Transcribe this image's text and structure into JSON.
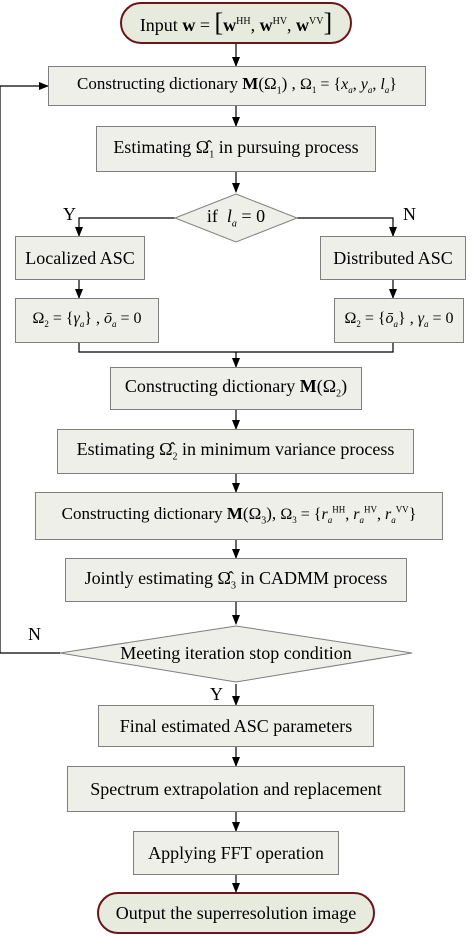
{
  "colors": {
    "box_fill": "#edefe8",
    "box_border": "#7f7f7f",
    "terminal_fill": "#e6ebdd",
    "terminal_border": "#6b1518",
    "arrow": "#000000"
  },
  "nodes": {
    "input": "Input w = [wHH, wHV, wVV]",
    "construct_dict_1": "Constructing dictionary M(Ω1) , Ω1 = {xa, ya, la}",
    "estimate_omega1": "Estimating Ω̂1 in pursuing process",
    "decision_la": "if la = 0",
    "localized_asc": "Localized ASC",
    "distributed_asc": "Distributed ASC",
    "omega2_localized": "Ω2 = {γa} , ōa = 0",
    "omega2_distributed": "Ω2 = {ōa} , γa = 0",
    "construct_dict_2": "Constructing dictionary M(Ω2)",
    "estimate_omega2": "Estimating Ω̂2 in minimum variance process",
    "construct_dict_3": "Constructing dictionary M(Ω3), Ω3 = {raHH, raHV, raVV}",
    "joint_estimate": "Jointly estimating Ω̂3 in CADMM process",
    "decision_stop": "Meeting iteration stop condition",
    "final_params": "Final estimated ASC parameters",
    "spectrum": "Spectrum extrapolation and replacement",
    "fft": "Applying FFT operation",
    "output": "Output the superresolution image"
  },
  "branch_labels": {
    "yes_left": "Y",
    "no_right": "N",
    "no_loop": "N",
    "yes_down": "Y"
  }
}
